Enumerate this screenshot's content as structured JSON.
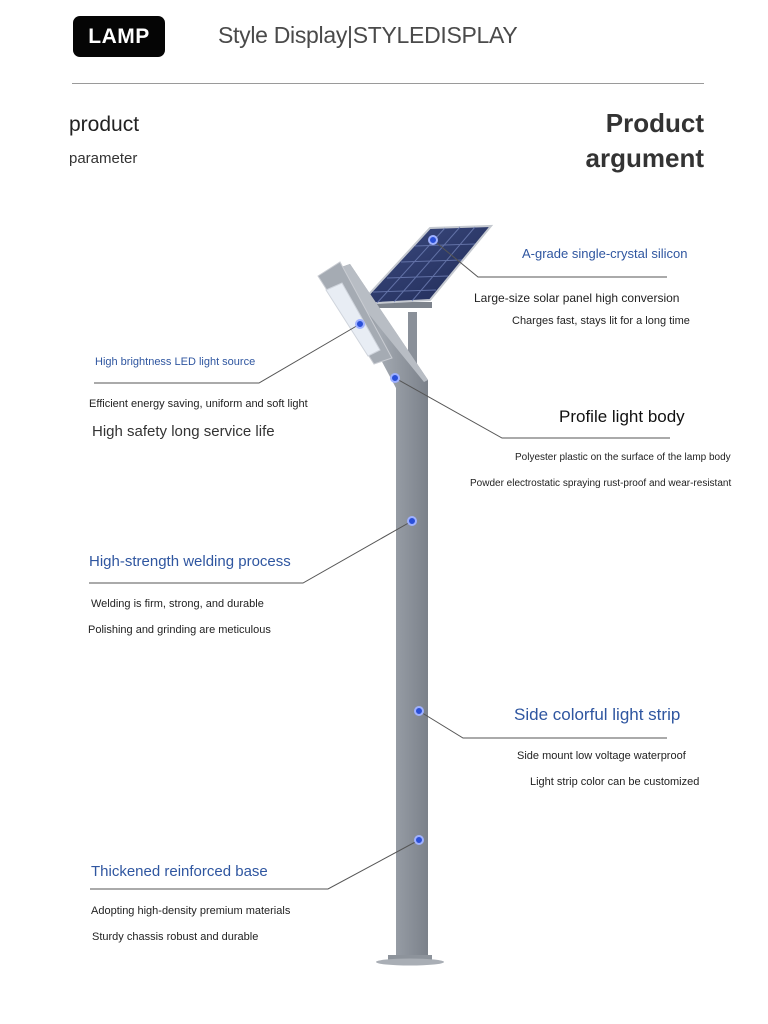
{
  "header": {
    "badge": "LAMP",
    "title": "Style Display|STYLEDISPLAY"
  },
  "intro": {
    "left_title": "product",
    "left_sub": "parameter",
    "right_line1": "Product",
    "right_line2": "argument"
  },
  "callouts": {
    "solar": {
      "title": "A-grade single-crystal silicon",
      "line1": "Large-size solar panel high conversion",
      "line2": "Charges fast, stays lit for a long time"
    },
    "led": {
      "title": "High brightness LED light source",
      "line1": "Efficient energy saving, uniform and soft light",
      "line2": "High safety long service life"
    },
    "body": {
      "title": "Profile light body",
      "line1": "Polyester plastic on the surface of the lamp body",
      "line2": "Powder electrostatic spraying rust-proof and wear-resistant"
    },
    "welding": {
      "title": "High-strength welding process",
      "line1": "Welding is firm, strong, and durable",
      "line2": "Polishing and grinding are meticulous"
    },
    "strip": {
      "title": "Side colorful light strip",
      "line1": "Side mount low voltage waterproof",
      "line2": "Light strip color can be customized"
    },
    "base": {
      "title": "Thickened reinforced base",
      "line1": "Adopting high-density premium materials",
      "line2": "Sturdy chassis robust and durable"
    }
  },
  "colors": {
    "accent_blue": "#2f56a0",
    "marker_blue": "#2a4fd8",
    "pole": "#8c929b"
  }
}
